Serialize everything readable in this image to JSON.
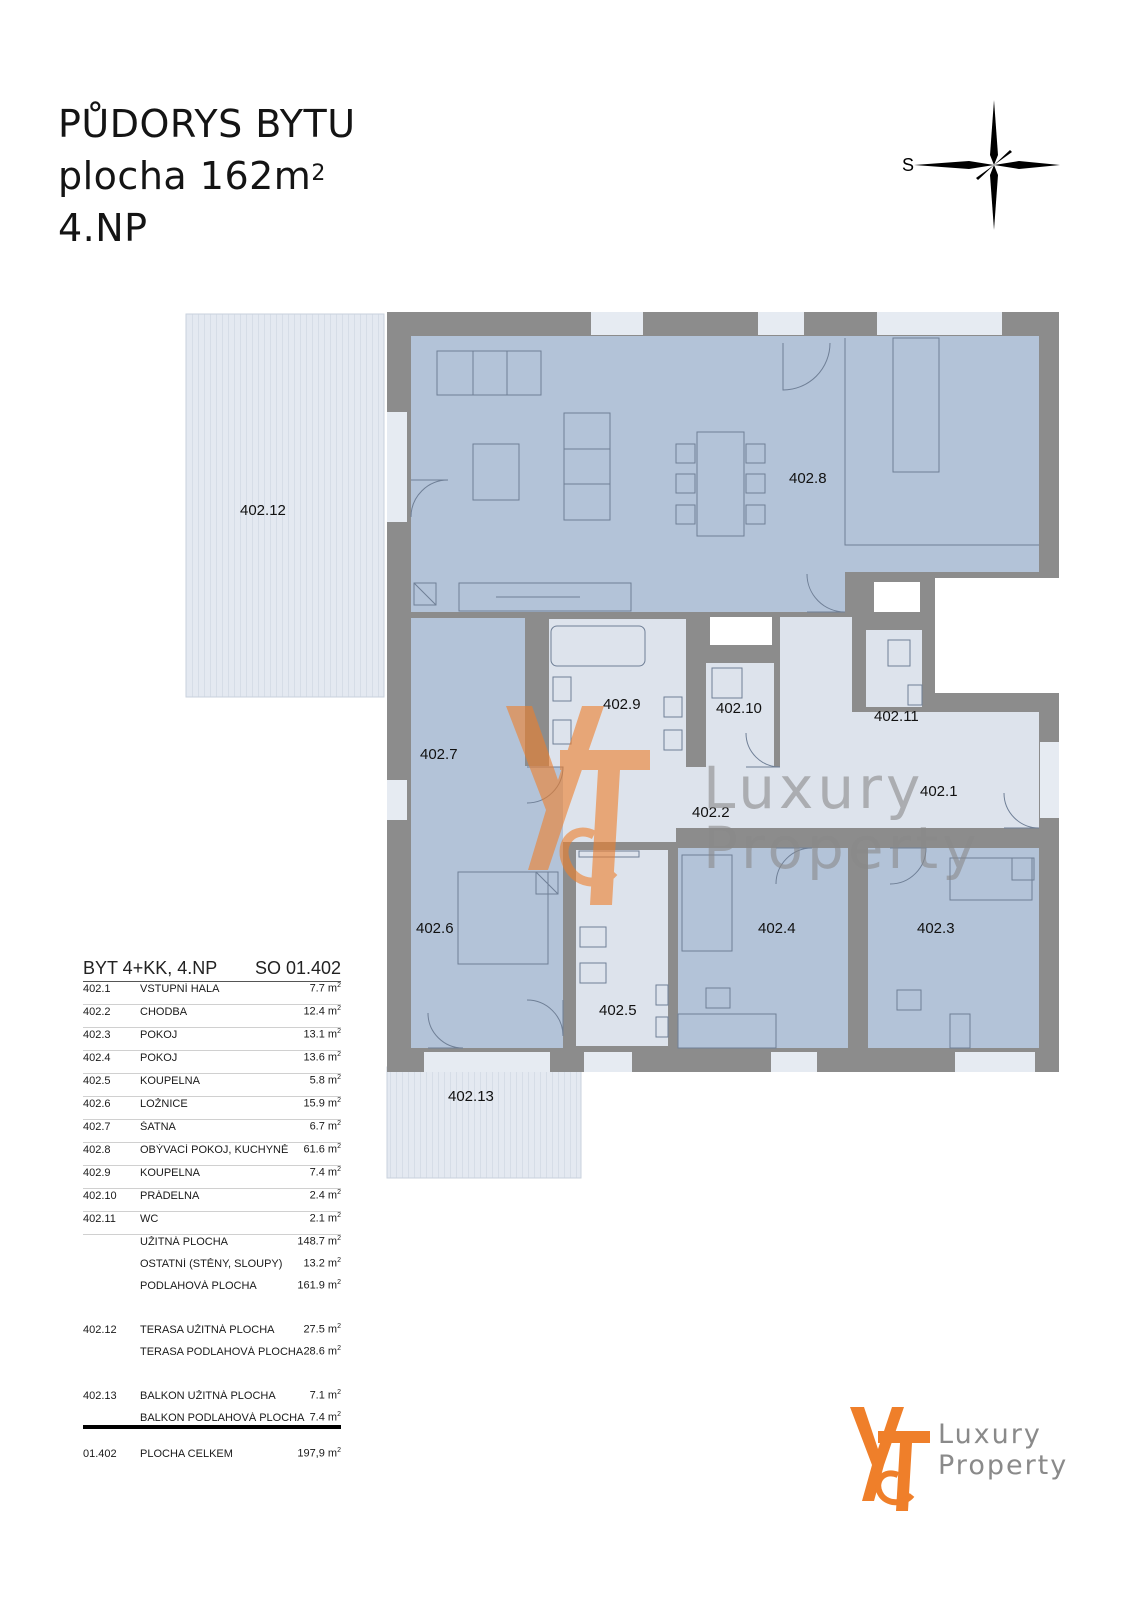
{
  "title": {
    "line1": "PŮDORYS BYTU",
    "line2_prefix": "plocha 162m",
    "line2_sup": "2",
    "line3": "4.NP"
  },
  "compass": {
    "label": "S"
  },
  "rooms": {
    "r402_1": "402.1",
    "r402_2": "402.2",
    "r402_3": "402.3",
    "r402_4": "402.4",
    "r402_5": "402.5",
    "r402_6": "402.6",
    "r402_7": "402.7",
    "r402_8": "402.8",
    "r402_9": "402.9",
    "r402_10": "402.10",
    "r402_11": "402.11",
    "r402_12": "402.12",
    "r402_13": "402.13"
  },
  "watermark": {
    "line1": "Luxury",
    "line2": "Property"
  },
  "legend": {
    "header_left": "BYT 4+KK, 4.NP",
    "header_right": "SO 01.402",
    "unit": "m",
    "unit_sup": "2",
    "rows": [
      {
        "id": "402.1",
        "name": "VSTUPNÍ HALA",
        "area": "7.7"
      },
      {
        "id": "402.2",
        "name": "CHODBA",
        "area": "12.4"
      },
      {
        "id": "402.3",
        "name": "POKOJ",
        "area": "13.1"
      },
      {
        "id": "402.4",
        "name": "POKOJ",
        "area": "13.6"
      },
      {
        "id": "402.5",
        "name": "KOUPELNA",
        "area": "5.8"
      },
      {
        "id": "402.6",
        "name": "LOŽNICE",
        "area": "15.9"
      },
      {
        "id": "402.7",
        "name": "ŠATNA",
        "area": "6.7"
      },
      {
        "id": "402.8",
        "name": "OBÝVACÍ POKOJ, KUCHYNĚ",
        "area": "61.6"
      },
      {
        "id": "402.9",
        "name": "KOUPELNA",
        "area": "7.4"
      },
      {
        "id": "402.10",
        "name": "PRÁDELNA",
        "area": "2.4"
      },
      {
        "id": "402.11",
        "name": "WC",
        "area": "2.1"
      }
    ],
    "summary": [
      {
        "id": "",
        "name": "UŽITNÁ PLOCHA",
        "area": "148.7"
      },
      {
        "id": "",
        "name": "OSTATNÍ (STĚNY, SLOUPY)",
        "area": "13.2"
      },
      {
        "id": "",
        "name": "PODLAHOVÁ PLOCHA",
        "area": "161.9"
      }
    ],
    "terrace": [
      {
        "id": "402.12",
        "name": "TERASA UŽITNÁ PLOCHA",
        "area": "27.5"
      },
      {
        "id": "",
        "name": "TERASA PODLAHOVÁ PLOCHA",
        "area": "28.6"
      }
    ],
    "balcony": [
      {
        "id": "402.13",
        "name": "BALKON UŽITNÁ PLOCHA",
        "area": "7.1"
      },
      {
        "id": "",
        "name": "BALKON PODLAHOVÁ PLOCHA",
        "area": "7.4"
      }
    ],
    "total": {
      "id": "01.402",
      "name": "PLOCHA CELKEM",
      "area": "197,9"
    }
  },
  "logo": {
    "line1": "Luxury",
    "line2": "Property"
  },
  "colors": {
    "room_fill": "#b3c3d8",
    "wet_fill": "#dde3ec",
    "wall": "#8c8c8c",
    "terrace": "#e3e8f0",
    "accent_orange": "#ef7f2a",
    "logo_gray": "#8a8a8a"
  }
}
